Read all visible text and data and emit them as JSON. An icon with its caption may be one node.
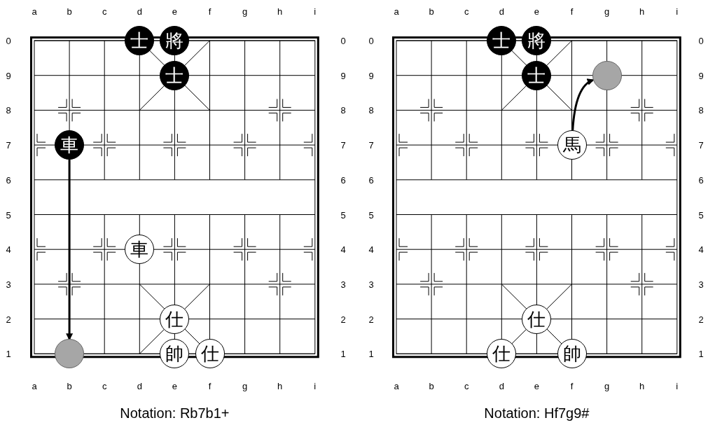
{
  "diagram": {
    "nodes": [
      {
        "text": [
          "士"
        ]
      },
      {
        "text": [
          "將"
        ]
      },
      {
        "text": [
          "士"
        ]
      },
      {
        "text": [
          "車"
        ]
      },
      {
        "text": [
          "車"
        ]
      },
      {
        "text": [
          "仕"
        ]
      },
      {
        "text": [
          "帥"
        ]
      },
      {
        "text": [
          "仕"
        ]
      },
      {
        "text": [],
        "shape": "circle"
      },
      {
        "text": [
          "士"
        ]
      },
      {
        "text": [
          "將"
        ]
      },
      {
        "text": [
          "士"
        ]
      },
      {
        "text": [],
        "shape": "circle"
      },
      {
        "text": [
          "馬"
        ]
      },
      {
        "text": [
          "仕"
        ]
      },
      {
        "text": [
          "仕"
        ]
      },
      {
        "text": [
          "帥"
        ]
      }
    ],
    "edges": [
      {
        "from": 3,
        "to": 8,
        "arrow": "to"
      },
      {
        "from": 13,
        "to": 12,
        "arrow": "to"
      }
    ],
    "labels": [
      "a",
      "b",
      "c",
      "d",
      "e",
      "f",
      "g",
      "h",
      "i",
      "0",
      "0",
      "9",
      "9",
      "8",
      "8",
      "7",
      "7",
      "6",
      "6",
      "5",
      "5",
      "4",
      "4",
      "3",
      "3",
      "2",
      "2",
      "1",
      "1",
      "a",
      "b",
      "c",
      "d",
      "e",
      "f",
      "g",
      "h",
      "i",
      "a",
      "b",
      "c",
      "d",
      "e",
      "f",
      "g",
      "h",
      "i",
      "0",
      "0",
      "9",
      "9",
      "8",
      "8",
      "7",
      "7",
      "6",
      "6",
      "5",
      "5",
      "4",
      "4",
      "3",
      "3",
      "2",
      "2",
      "1",
      "1",
      "a",
      "b",
      "c",
      "d",
      "e",
      "f",
      "g",
      "h",
      "i",
      "Notation: Rb7b1+",
      "Notation: Hf7g9#"
    ]
  }
}
